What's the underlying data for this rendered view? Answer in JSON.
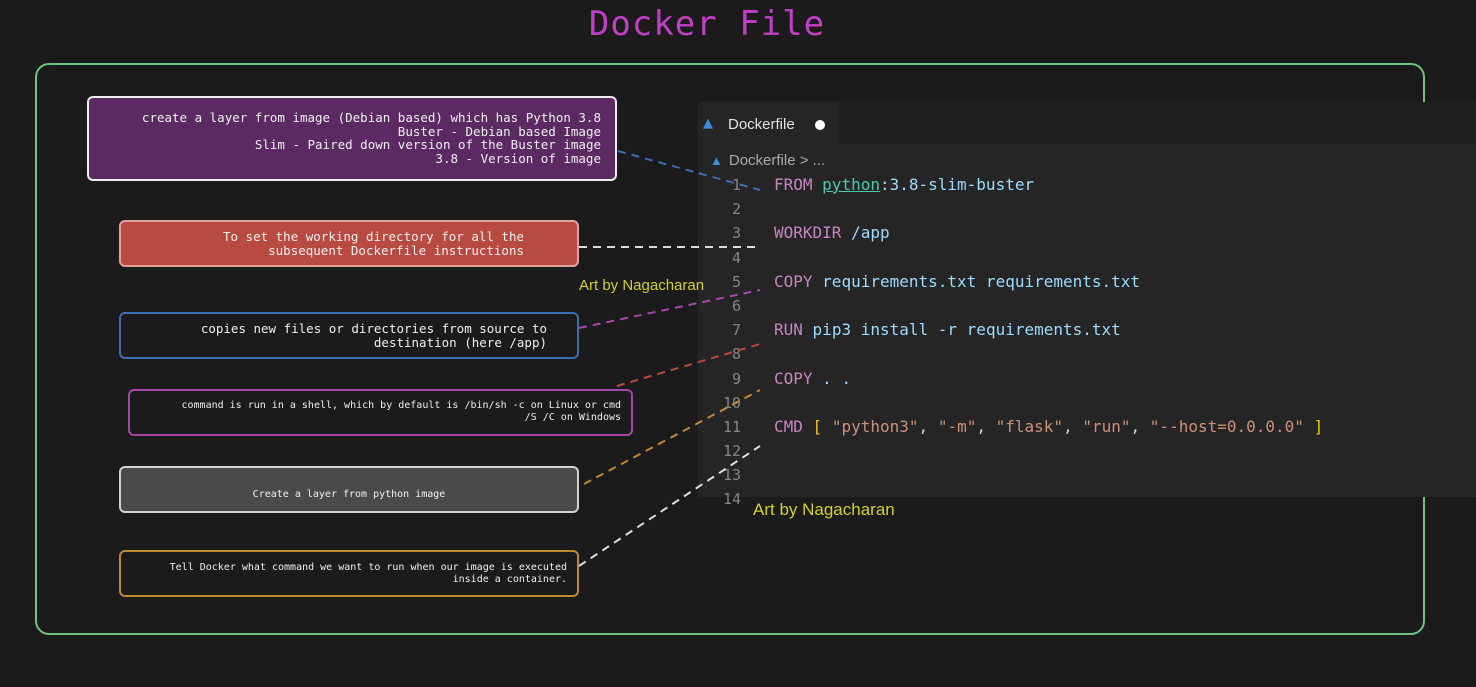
{
  "title": "Docker File",
  "notes": [
    {
      "text": "create a layer from image (Debian based) which has Python 3.8\nBuster - Debian based Image\nSlim - Paired down version of the Buster image\n3.8 - Version of image"
    },
    {
      "text": "To set the working directory for all the\nsubsequent Dockerfile instructions"
    },
    {
      "text": "copies new files or directories from source to\ndestination (here /app)"
    },
    {
      "text": "command is run in a shell, which by default is /bin/sh -c on Linux or cmd\n/S /C on Windows"
    },
    {
      "text": "Create a layer from python image"
    },
    {
      "text": "Tell Docker what command we want to run when our image is executed\ninside a container."
    }
  ],
  "editor": {
    "tab_label": "Dockerfile",
    "tab_icon": "docker-whale-icon",
    "breadcrumb": "Dockerfile > ...",
    "line_numbers": [
      "1",
      "2",
      "3",
      "4",
      "5",
      "6",
      "7",
      "8",
      "9",
      "10",
      "11",
      "12",
      "13",
      "14"
    ],
    "code": {
      "l1_kw": "FROM",
      "l1_image": "python",
      "l1_tag": ":3.8-slim-buster",
      "l3_kw": "WORKDIR",
      "l3_arg": "/app",
      "l5_kw": "COPY",
      "l5_arg": "requirements.txt requirements.txt",
      "l7_kw": "RUN",
      "l7_arg": "pip3 install -r requirements.txt",
      "l9_kw": "COPY",
      "l9_arg": ". .",
      "l11_kw": "CMD",
      "l11_open": "[",
      "l11_s1": "\"python3\"",
      "l11_s2": "\"-m\"",
      "l11_s3": "\"flask\"",
      "l11_s4": "\"run\"",
      "l11_s5": "\"--host=0.0.0.0\"",
      "l11_comma": ",",
      "l11_close": "]"
    }
  },
  "credits": [
    "Art by Nagacharan",
    "Art by Nagacharan"
  ],
  "colors": {
    "title": "#c13fc6",
    "frame": "#6ec47c",
    "note1": "#5b2a63",
    "note2": "#b84a41",
    "note3_border": "#3c6db4",
    "note4_border": "#a646a9",
    "note5": "#4a4a4a",
    "note6_border": "#c1892f",
    "credit": "#d3d12e"
  }
}
